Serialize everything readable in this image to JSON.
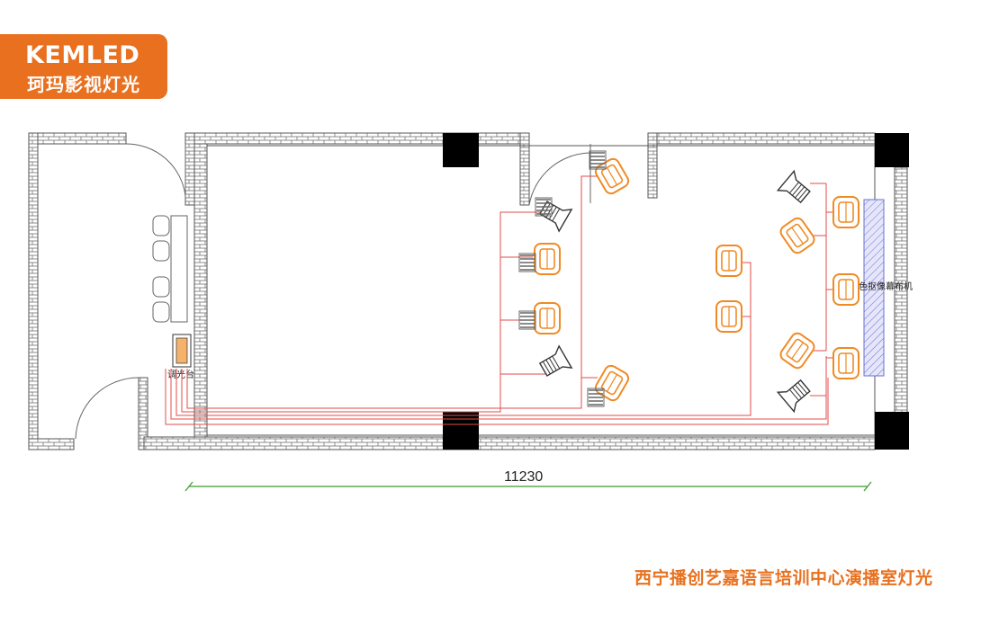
{
  "brand": {
    "name_en": "KEMLED",
    "name_cn": "珂玛影视灯光",
    "color": "#e8701e"
  },
  "labels": {
    "dimmer_desk": "调光台",
    "backdrop_machine": "蓝色抠像幕布机"
  },
  "dimension": {
    "value": "11230",
    "color": "#3a9a2e"
  },
  "caption": "西宁播创艺嘉语言培训中心演播室灯光",
  "colors": {
    "wire": "#e34b4b",
    "fixture": "#f08a24",
    "brick": "#555555",
    "column": "#000000",
    "backdrop": "#6a6fd0"
  }
}
